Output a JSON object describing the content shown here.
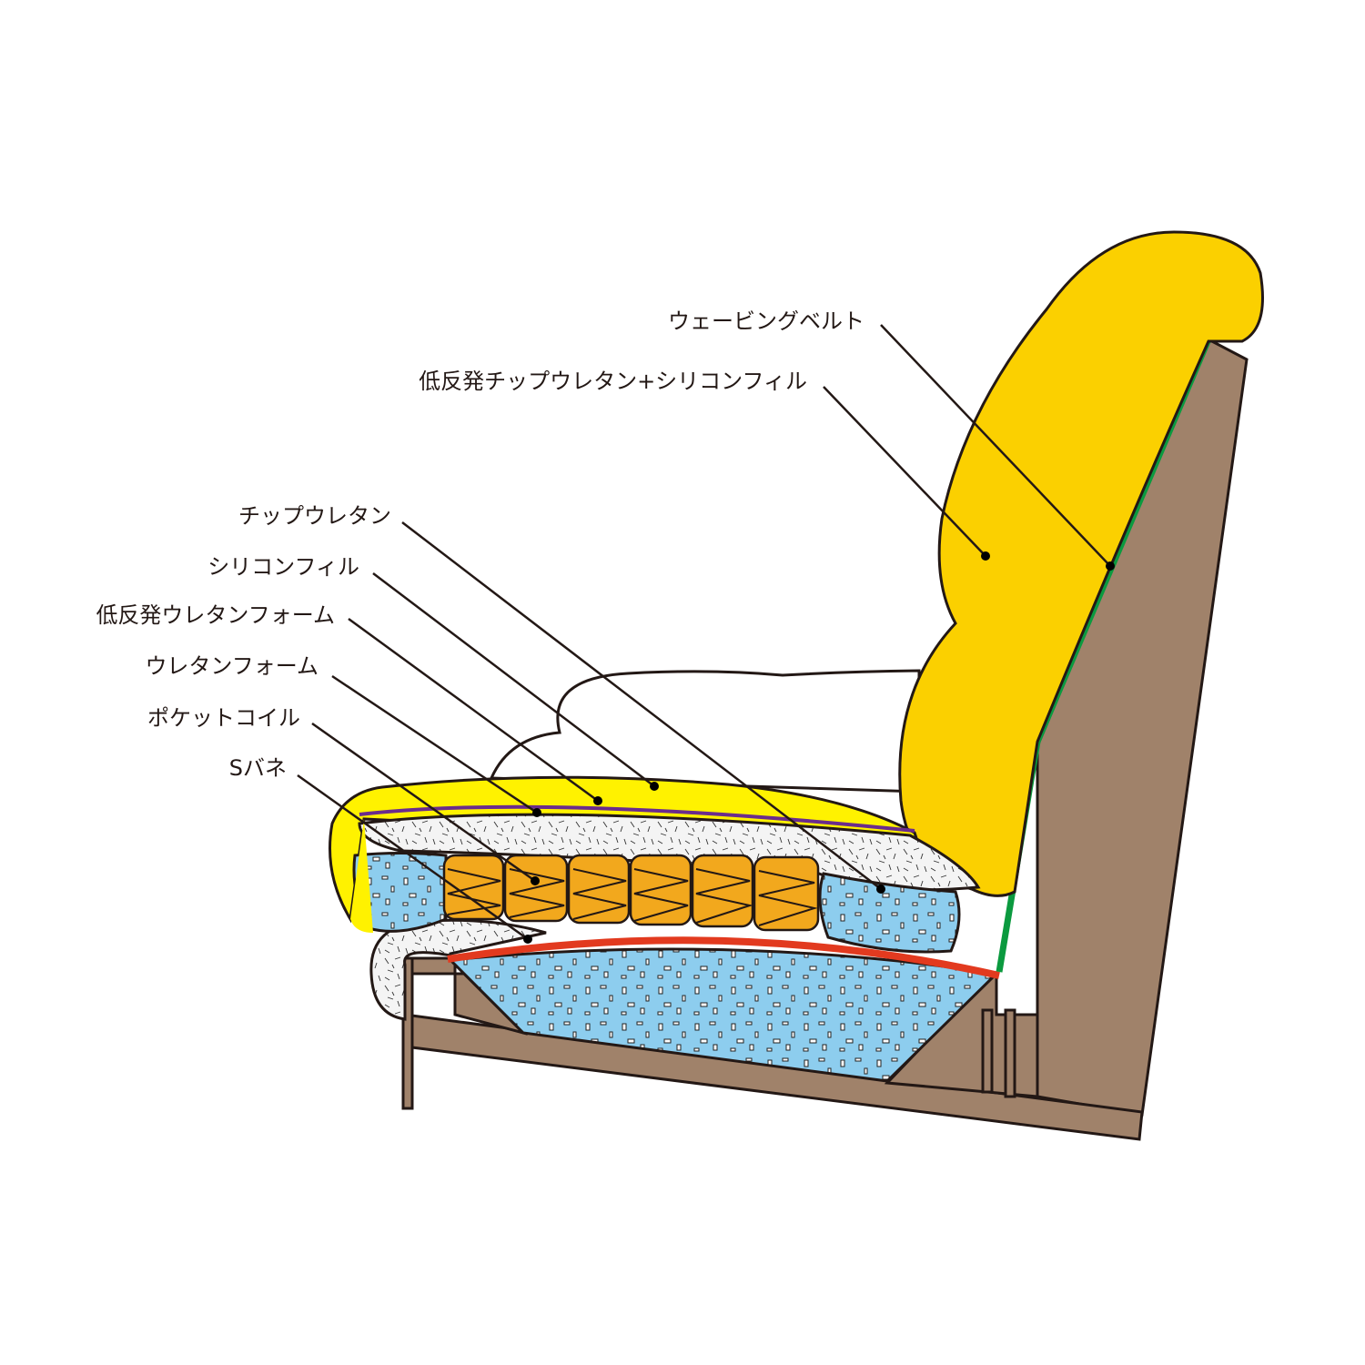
{
  "diagram": {
    "labels": {
      "webbing_belt": "ウェービングベルト",
      "low_rebound_chip_silicone": "低反発チップウレタン+シリコンフィル",
      "chip_urethane": "チップウレタン",
      "silicone_fill": "シリコンフィル",
      "low_rebound_foam": "低反発ウレタンフォーム",
      "urethane_foam": "ウレタンフォーム",
      "pocket_coil": "ポケットコイル",
      "s_spring": "Sバネ"
    },
    "colors": {
      "frame": "#A0826A",
      "cushion_yellow": "#FBD000",
      "seat_top_yellow": "#FFF200",
      "chip_blue": "#8DCDEE",
      "coil_orange": "#F2A81D",
      "webbing_green": "#0B9A3F",
      "s_spring_red": "#E23A1F",
      "purple_layer": "#6B2C8C"
    }
  }
}
